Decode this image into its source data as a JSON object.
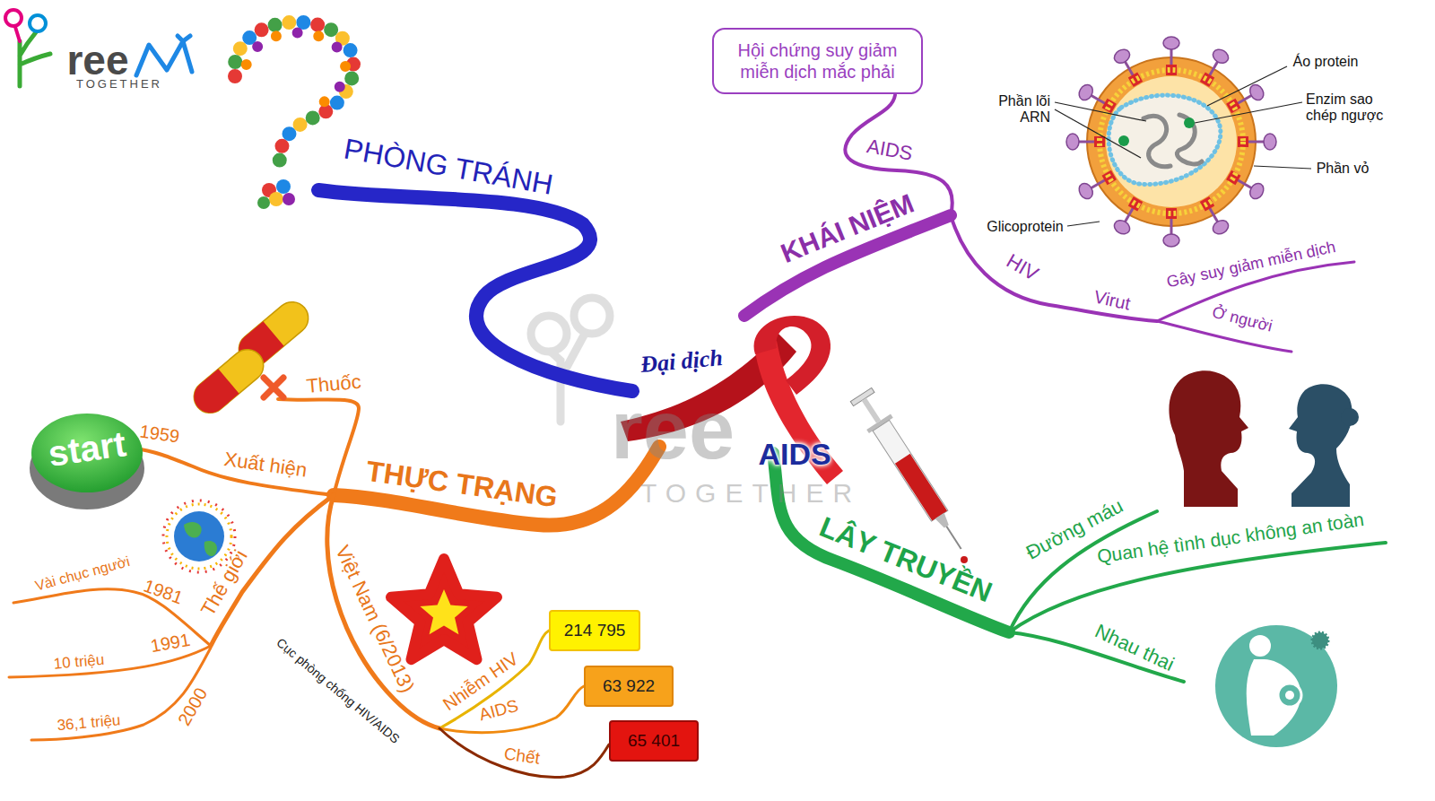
{
  "diagram": {
    "nodes": [
      {
        "text": [
          "Hội chứng suy giảm miễn dịch mắc phải"
        ]
      },
      {
        "text": [
          "214 795"
        ]
      },
      {
        "text": [
          "63 922"
        ]
      },
      {
        "text": [
          "65 401"
        ]
      }
    ],
    "labels": [
      "ree",
      "TOGETHER",
      "PHÒNG TRÁNH",
      "AIDS",
      "KHÁI NIỆM",
      "Phần lõi ARN",
      "Áo protein",
      "Enzim sao chép ngược",
      "Phần vỏ",
      "Glicoprotein",
      "HIV",
      "Virut",
      "Gây suy giảm miễn dịch",
      "Ở người",
      "Đại dịch",
      "ree",
      "AIDS",
      "TOGETHER",
      "Thuốc",
      "1959",
      "start",
      "Xuất hiện",
      "THỰC TRẠNG",
      "Vài chục người",
      "1981",
      "Thế giới",
      "1991",
      "10 triệu",
      "2000",
      "36,1 triệu",
      "Việt Nam (6/2013)",
      "Cục phòng chống HIV/AIDS",
      "Nhiễm HIV",
      "AIDS",
      "Chết",
      "LÂY TRUYỀN",
      "Đường máu",
      "Quan hệ tình dục không an toàn",
      "Nhau thai"
    ]
  }
}
